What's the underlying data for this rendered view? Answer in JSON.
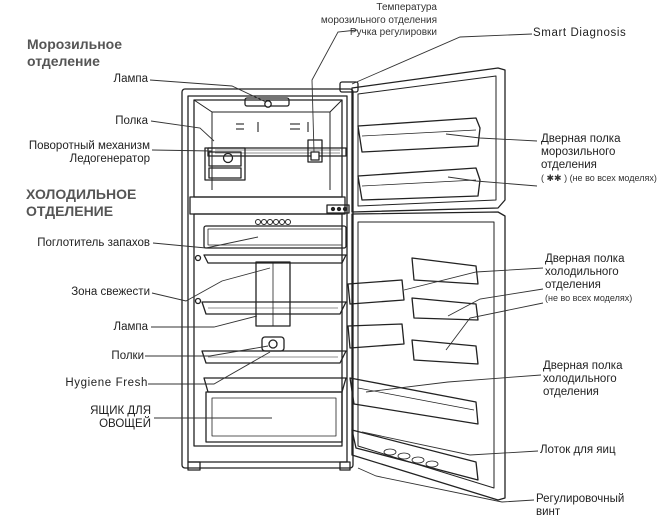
{
  "sections": {
    "freezer_title_line1": "Морозильное",
    "freezer_title_line2": "отделение",
    "fridge_title_line1": "ХОЛОДИЛЬНОЕ",
    "fridge_title_line2": "ОТДЕЛЕНИЕ"
  },
  "labels_left": {
    "lamp_top": "Лампа",
    "shelf_top": "Полка",
    "swivel_line1": "Поворотный механизм",
    "swivel_line2": "Ледогенератор",
    "odor_absorber": "Поглотитель запахов",
    "fresh_zone": "Зона свежести",
    "lamp_bottom": "Лампа",
    "shelves": "Полки",
    "hygiene_fresh": "Hygiene Fresh",
    "veg_box_line1": "ЯЩИК ДЛЯ",
    "veg_box_line2": "ОВОЩЕЙ"
  },
  "labels_top": {
    "temp_line1": "Температура",
    "temp_line2": "морозильного отделения",
    "temp_line3": "Ручка регулировки",
    "smart_diagnosis": "Smart Diagnosis"
  },
  "labels_right": {
    "freezer_door_line1": "Дверная полка",
    "freezer_door_line2": "морозильного",
    "freezer_door_line3": "отделения",
    "freezer_door_note_star": "( ✱✱ )",
    "freezer_door_note": "(не во всех моделях)",
    "fridge_door_a_line1": "Дверная полка",
    "fridge_door_a_line2": "холодильного",
    "fridge_door_a_line3": "отделения",
    "fridge_door_a_note": "(не во всех моделях)",
    "fridge_door_b_line1": "Дверная полка",
    "fridge_door_b_line2": "холодильного",
    "fridge_door_b_line3": "отделения",
    "egg_tray": "Лоток для яиц",
    "adjust_screw_line1": "Регулировочный",
    "adjust_screw_line2": "винт"
  }
}
